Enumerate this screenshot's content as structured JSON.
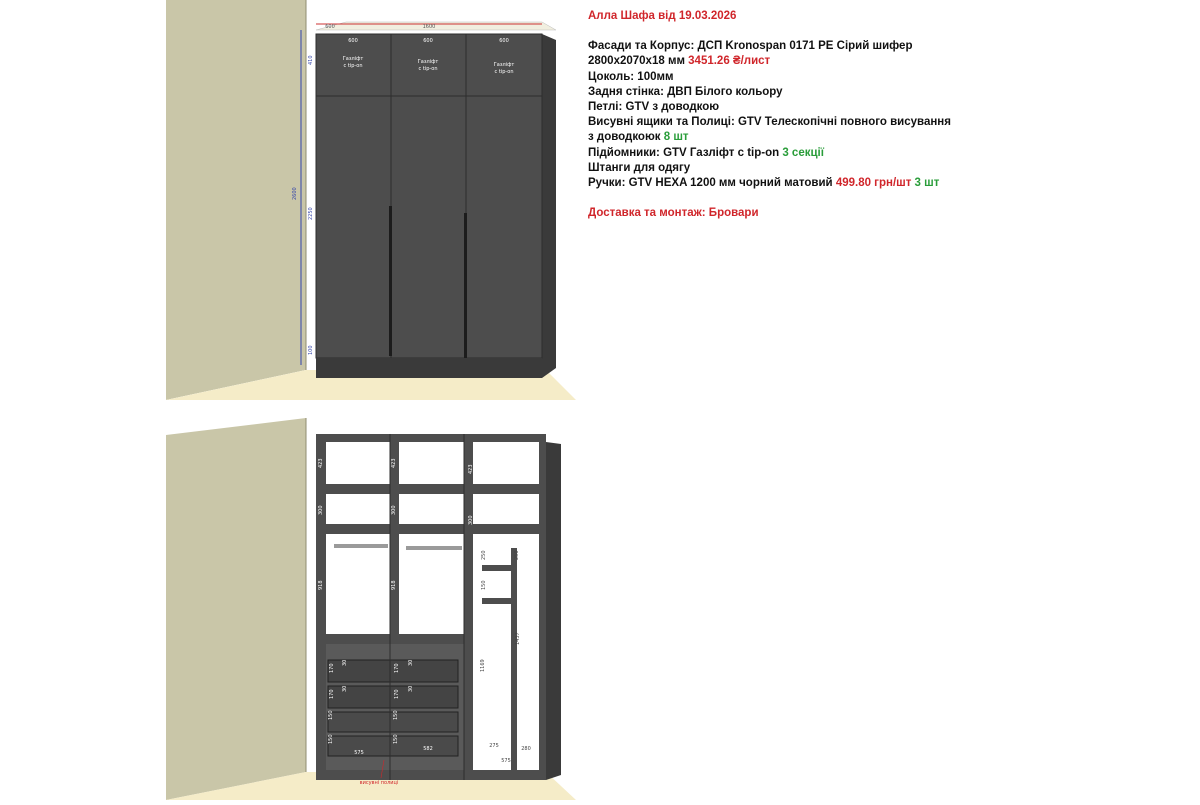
{
  "spec": {
    "title": "Алла Шафа від 19.03.2026",
    "lines": [
      {
        "text": "Фасади та Корпус: ДСП Kronospan 0171 PE Сірий шифер"
      },
      {
        "text": "2800х2070х18 мм ",
        "red": "3451.26 ₴/лист"
      },
      {
        "text": "Цоколь: 100мм"
      },
      {
        "text": "Задня стінка: ДВП Білого кольору"
      },
      {
        "text": "Петлі: GTV з доводкою"
      },
      {
        "text": "Висувні ящики та Полиці: GTV Телескопічні повного висування"
      },
      {
        "text": "з доводкоюк ",
        "green": "8 шт"
      },
      {
        "text": "Підйомники: GTV Газліфт с tip-on ",
        "green": "3 секції"
      },
      {
        "text": "Штанги для одягу"
      },
      {
        "text": "Ручки: GTV HEXA 1200 мм чорний матовий ",
        "red": "499.80 грн/шт",
        "green": " 3 шт"
      }
    ],
    "delivery": "Доставка та монтаж: Бровари"
  },
  "front": {
    "top_width": "1600",
    "top_depth": "600",
    "top_height_label": "410",
    "total_height": "2600",
    "body_height": "2250",
    "plinth": "100",
    "door_widths": [
      "600",
      "600",
      "600"
    ],
    "gaslift_label": [
      "Газліфт",
      "с tip-on"
    ]
  },
  "interior": {
    "section1": [
      "423",
      "300",
      "918",
      "170",
      "30",
      "170",
      "30",
      "150",
      "150",
      "575"
    ],
    "section2": [
      "423",
      "300",
      "918",
      "170",
      "30",
      "170",
      "30",
      "150",
      "150",
      "582"
    ],
    "section3": [
      "423",
      "300",
      "250",
      "150",
      "1169",
      "1437",
      "275",
      "250",
      "280",
      "575"
    ],
    "drawers_label": "висувні полиці"
  },
  "colors": {
    "cabinet": "#4d4d4d",
    "cabinet_dark": "#3a3a3a",
    "wall": "#c9c6a8",
    "floor": "#f5ecc8",
    "red": "#d0262b",
    "green": "#2a9d3a"
  }
}
